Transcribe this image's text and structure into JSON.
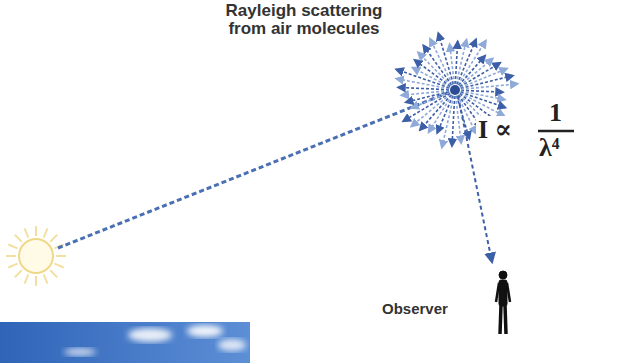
{
  "diagram": {
    "title": "Rayleigh scattering from air molecules",
    "labels": [
      "I ∝",
      "1",
      "λ⁴",
      "Observer"
    ]
  }
}
